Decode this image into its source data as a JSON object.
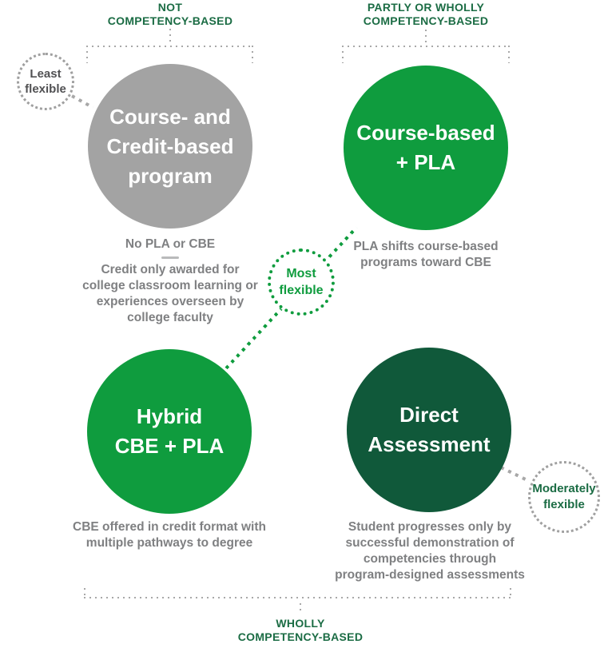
{
  "colors": {
    "bright_green": "#0f9c3e",
    "dark_green": "#10593a",
    "header_green": "#1b6c44",
    "circle_gray": "#a3a3a3",
    "caption_gray": "#7f8082",
    "dotted_gray": "#a8a8a8",
    "badge_gray_text": "#515153",
    "circle_text": "#ffffff"
  },
  "headers": {
    "top_left": "NOT\nCOMPETENCY-BASED",
    "top_right": "PARTLY OR WHOLLY\nCOMPETENCY-BASED",
    "bottom": "WHOLLY\nCOMPETENCY-BASED"
  },
  "circles": {
    "course_credit": {
      "title": "Course- and\nCredit-based\nprogram",
      "caption_heading": "No PLA or CBE",
      "caption_body": "Credit only awarded for\ncollege classroom learning or\nexperiences overseen by\ncollege faculty"
    },
    "course_pla": {
      "title": "Course-based\n+ PLA",
      "caption_body": "PLA shifts course-based\nprograms toward CBE"
    },
    "hybrid": {
      "title": "Hybrid\nCBE + PLA",
      "caption_body": "CBE offered in credit format with\nmultiple pathways to degree"
    },
    "direct_assessment": {
      "title": "Direct\nAssessment",
      "caption_body": "Student progresses only by\nsuccessful demonstration of\ncompetencies through\nprogram-designed assessments"
    }
  },
  "badges": {
    "least": "Least\nflexible",
    "most": "Most\nflexible",
    "moderate": "Moderately\nflexible"
  }
}
